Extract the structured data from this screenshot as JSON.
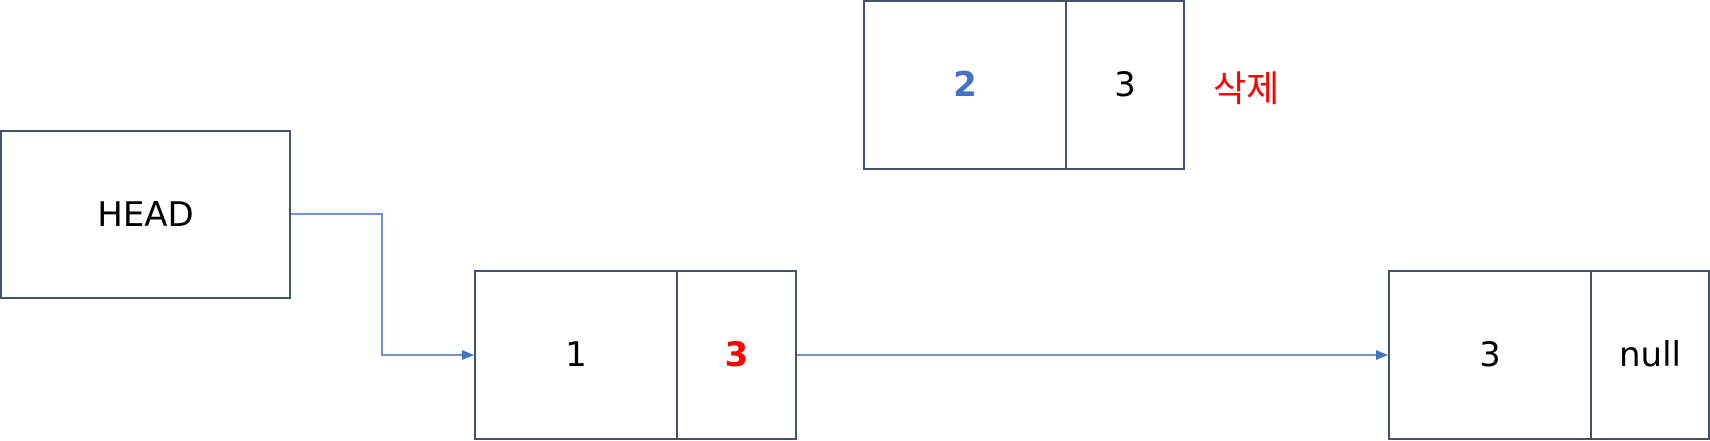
{
  "head": {
    "label": "HEAD"
  },
  "node1": {
    "data": "1",
    "next": "3",
    "next_color": "#ff0000"
  },
  "node2": {
    "data": "2",
    "data_color": "#4472c4",
    "next": "3"
  },
  "node3": {
    "data": "3",
    "next": "null"
  },
  "delete_label": {
    "text": "삭제",
    "color": "#ff0000"
  },
  "colors": {
    "arrow": "#4472c4",
    "border": "#44546a"
  }
}
